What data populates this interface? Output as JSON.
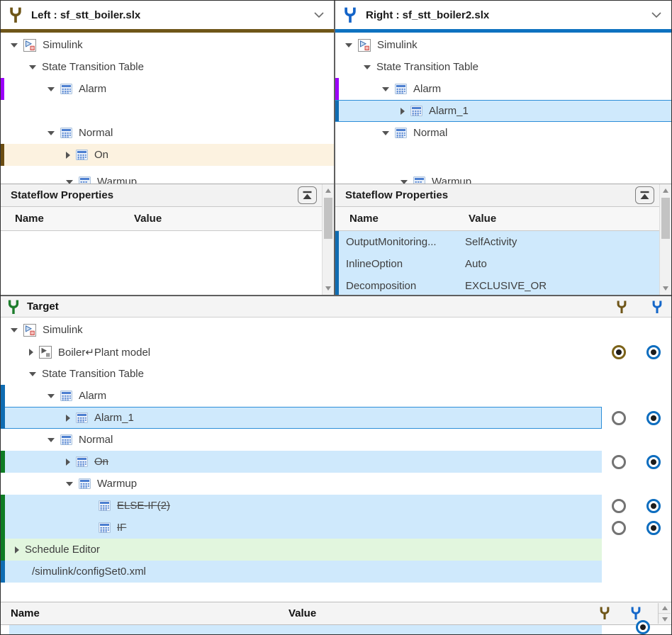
{
  "colors": {
    "left_accent": "#6F5619",
    "right_accent": "#0E72C0",
    "target_accent": "#1D7D2C",
    "purple_mark": "#9C00FA",
    "blue_mark": "#0F6CB2",
    "green_mark": "#0F7C24",
    "brown_mark": "#6B4D12",
    "changed_row_bg": "#CFE9FC",
    "left_highlight_bg": "#FCF2E0",
    "schedule_row_bg": "#E2F6DE",
    "selected_border": "#2D8ED8"
  },
  "left_pane": {
    "title": "Left : sf_stt_boiler.slx",
    "tree": [
      {
        "label": "Simulink"
      },
      {
        "label": "State Transition Table"
      },
      {
        "label": "Alarm"
      },
      {
        "label": ""
      },
      {
        "label": "Normal"
      },
      {
        "label": "On"
      },
      {
        "label": "Warmup"
      }
    ],
    "props": {
      "title": "Stateflow Properties",
      "name_col": "Name",
      "value_col": "Value",
      "rows": []
    }
  },
  "right_pane": {
    "title": "Right : sf_stt_boiler2.slx",
    "tree": [
      {
        "label": "Simulink"
      },
      {
        "label": "State Transition Table"
      },
      {
        "label": "Alarm"
      },
      {
        "label": "Alarm_1"
      },
      {
        "label": "Normal"
      },
      {
        "label": ""
      },
      {
        "label": "Warmup"
      }
    ],
    "props": {
      "title": "Stateflow Properties",
      "name_col": "Name",
      "value_col": "Value",
      "rows": [
        {
          "name": "OutputMonitoring...",
          "value": "SelfActivity"
        },
        {
          "name": "InlineOption",
          "value": "Auto"
        },
        {
          "name": "Decomposition",
          "value": "EXCLUSIVE_OR"
        }
      ]
    }
  },
  "target": {
    "title": "Target",
    "rows": [
      {
        "label": "Simulink"
      },
      {
        "label": "Boiler↵Plant model"
      },
      {
        "label": "State Transition Table"
      },
      {
        "label": "Alarm"
      },
      {
        "label": "Alarm_1"
      },
      {
        "label": "Normal"
      },
      {
        "label": "On"
      },
      {
        "label": "Warmup"
      },
      {
        "label": "ELSE-IF(2)"
      },
      {
        "label": "IF"
      },
      {
        "label": "Schedule Editor"
      },
      {
        "label": "/simulink/configSet0.xml"
      }
    ]
  },
  "bottom": {
    "name_col": "Name",
    "value_col": "Value"
  },
  "icons": {
    "merge_fork": "Y-shaped branch/merge glyph",
    "simulink_model": "Simulink model block (blue triangle + red square)",
    "subsystem_gray": "gray subsystem block",
    "transition_table": "blue table grid",
    "collapse_panel": "up-triangle with bar",
    "dropdown_chevron": "down chevron",
    "expander": "tree expand/collapse triangle"
  }
}
